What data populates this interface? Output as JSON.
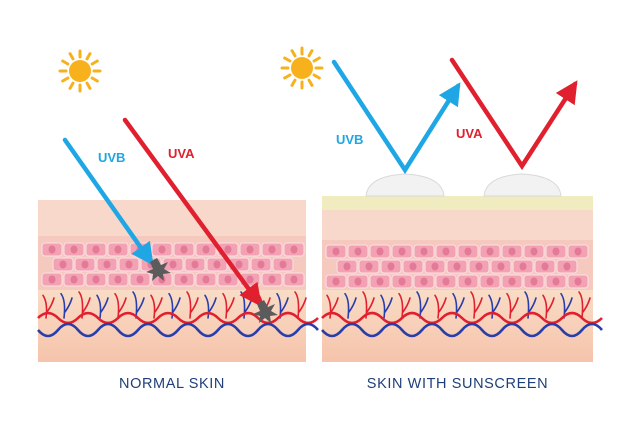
{
  "panels": [
    {
      "caption": "NORMAL SKIN",
      "uvb_label": "UVB",
      "uva_label": "UVA",
      "has_sunscreen": false
    },
    {
      "caption": "SKIN WITH SUNSCREEN",
      "uvb_label": "UVB",
      "uva_label": "UVA",
      "has_sunscreen": true
    }
  ],
  "colors": {
    "uvb": "#1ea7e4",
    "uva": "#e0202e",
    "sun": "#f7b11c",
    "epidermis_top": "#f7d5c8",
    "epidermis_band": "#f5c6bb",
    "cell_fill": "#f3a2b4",
    "cell_nucleus": "#e37a97",
    "dermis": "#f7cdb5",
    "sunscreen_layer": "#f1ecbf",
    "vein": "#2a3eaa",
    "artery": "#e0202e",
    "caption": "#1f3f7a"
  },
  "icons": [
    "sun-icon",
    "damage-burst-icon",
    "sunscreen-droplet-icon"
  ]
}
